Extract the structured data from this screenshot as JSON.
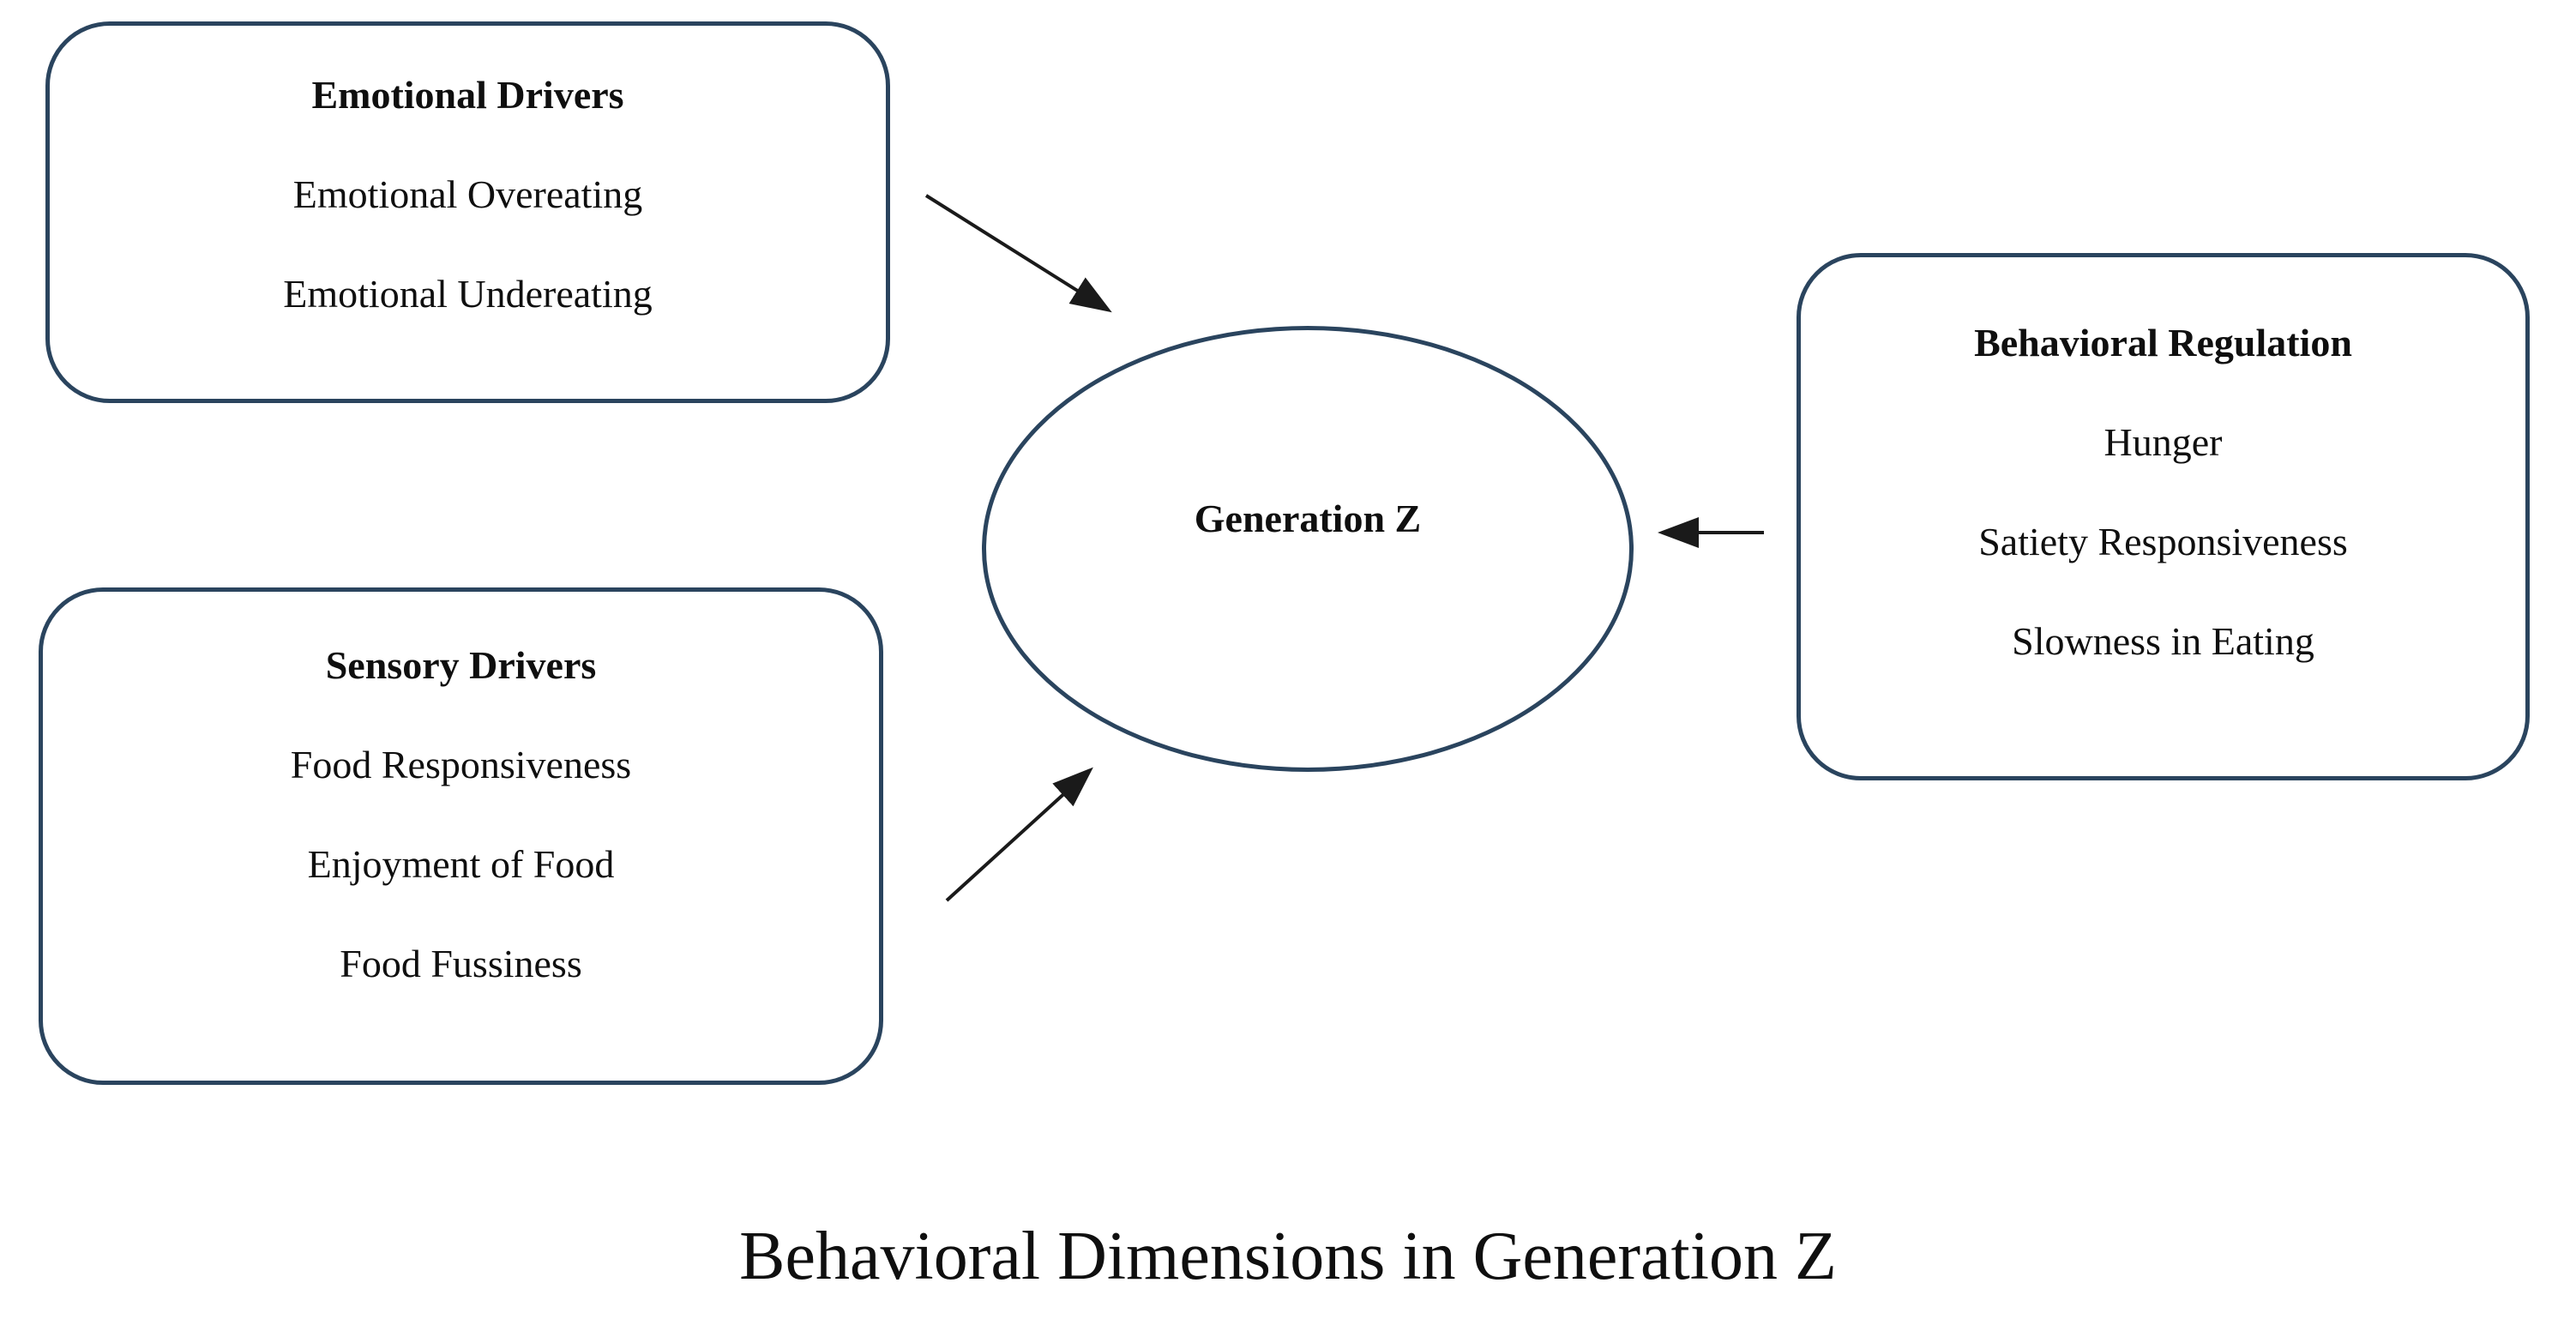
{
  "figure": {
    "caption": "Behavioral Dimensions in Generation Z",
    "center_node": {
      "label": "Generation Z"
    },
    "boxes": [
      {
        "id": "emotional-drivers",
        "title": "Emotional Drivers",
        "items": [
          "Emotional Overeating",
          "Emotional Undereating"
        ]
      },
      {
        "id": "sensory-drivers",
        "title": "Sensory Drivers",
        "items": [
          "Food Responsiveness",
          "Enjoyment of Food",
          "Food Fussiness"
        ]
      },
      {
        "id": "behavioral-regulation",
        "title": "Behavioral Regulation",
        "items": [
          "Hunger",
          "Satiety Responsiveness",
          "Slowness in Eating"
        ]
      }
    ],
    "arrows": [
      {
        "from": "emotional-drivers",
        "to": "generation-z",
        "direction": "down-right"
      },
      {
        "from": "sensory-drivers",
        "to": "generation-z",
        "direction": "up-right"
      },
      {
        "from": "behavioral-regulation",
        "to": "generation-z",
        "direction": "left"
      }
    ],
    "colors": {
      "shape_border": "#2a445e",
      "arrow": "#1a1a1a",
      "text": "#0f0f0f",
      "background": "#ffffff"
    }
  }
}
